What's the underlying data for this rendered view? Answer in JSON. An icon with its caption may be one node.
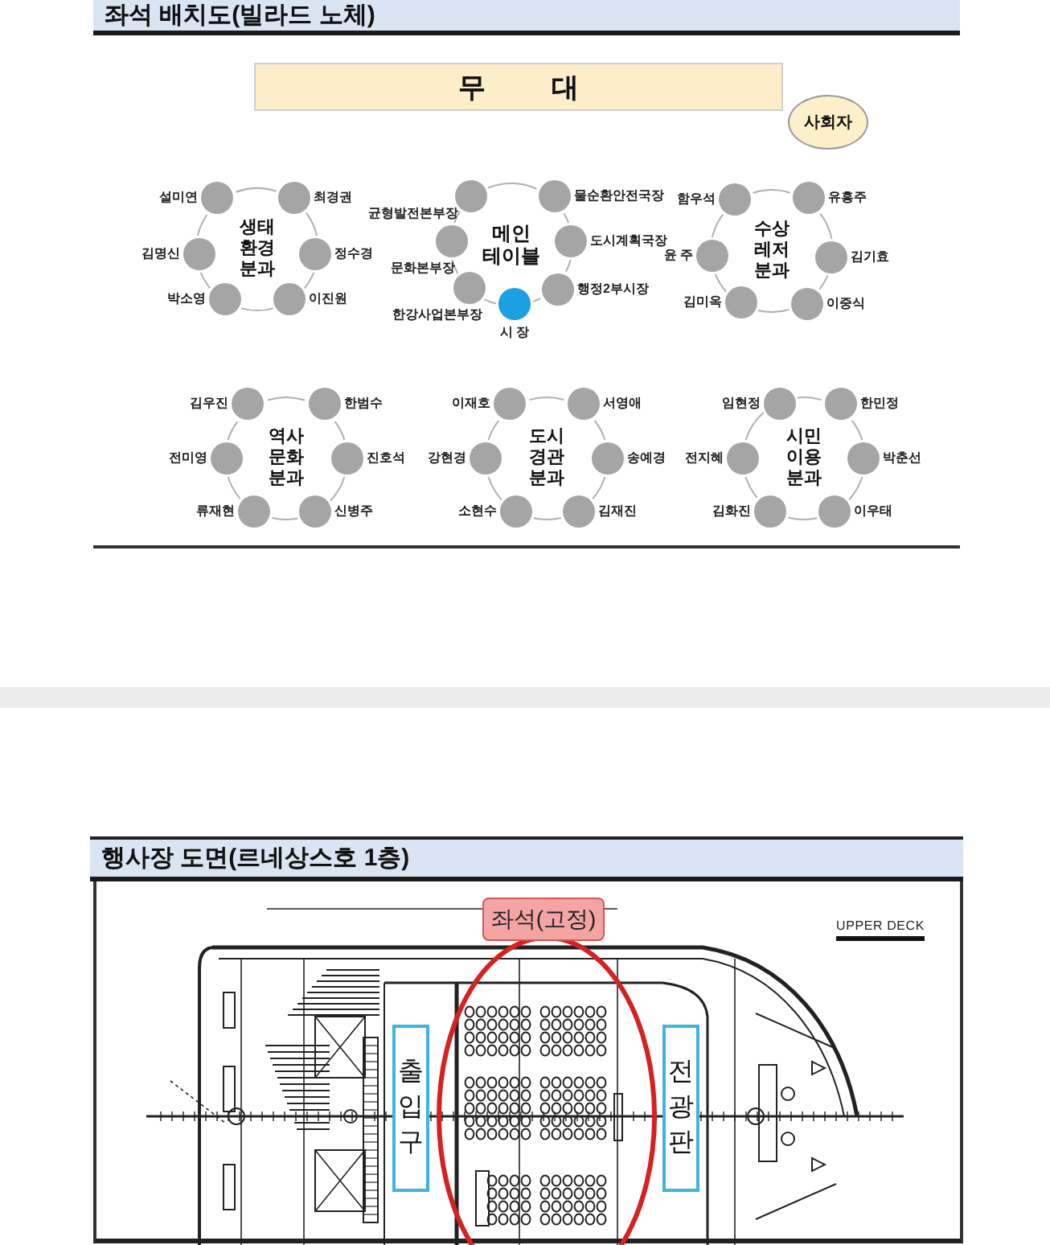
{
  "diagram": {
    "nodes": [
      {
        "text": [
          "좌석 배치도(빌라드 노체)"
        ]
      },
      {
        "text": [
          "무 대"
        ]
      },
      {
        "text": [
          "사회자"
        ]
      },
      {
        "text": [
          "생태 환경 분과"
        ]
      },
      {
        "text": [],
        "shape": "circle",
        "beside": [
          "설미연"
        ]
      },
      {
        "text": [],
        "shape": "circle",
        "beside": [
          "최경권"
        ]
      },
      {
        "text": [],
        "shape": "circle",
        "beside": [
          "김명신"
        ]
      },
      {
        "text": [],
        "shape": "circle",
        "beside": [
          "정수경"
        ]
      },
      {
        "text": [],
        "shape": "circle",
        "beside": [
          "박소영"
        ]
      },
      {
        "text": [],
        "shape": "circle",
        "beside": [
          "이진원"
        ]
      },
      {
        "text": [
          "메인 테이블"
        ]
      },
      {
        "text": [],
        "shape": "circle",
        "beside": [
          "균형발전본부장"
        ]
      },
      {
        "text": [],
        "shape": "circle",
        "beside": [
          "물순환안전국장"
        ]
      },
      {
        "text": [],
        "shape": "circle",
        "beside": [
          "문화본부장"
        ]
      },
      {
        "text": [],
        "shape": "circle",
        "beside": [
          "도시계획국장"
        ]
      },
      {
        "text": [],
        "shape": "circle",
        "beside": [
          "한강사업본부장"
        ]
      },
      {
        "text": [],
        "shape": "circle",
        "beside": [
          "시 장"
        ]
      },
      {
        "text": [],
        "shape": "circle",
        "beside": [
          "행정2부시장"
        ]
      },
      {
        "text": [
          "수상 레저 분과"
        ]
      },
      {
        "text": [],
        "shape": "circle",
        "beside": [
          "함우석"
        ]
      },
      {
        "text": [],
        "shape": "circle",
        "beside": [
          "유흥주"
        ]
      },
      {
        "text": [],
        "shape": "circle",
        "beside": [
          "윤 주"
        ]
      },
      {
        "text": [],
        "shape": "circle",
        "beside": [
          "김기효"
        ]
      },
      {
        "text": [],
        "shape": "circle",
        "beside": [
          "김미옥"
        ]
      },
      {
        "text": [],
        "shape": "circle",
        "beside": [
          "이중식"
        ]
      },
      {
        "text": [
          "역사 문화 분과"
        ]
      },
      {
        "text": [],
        "shape": "circle",
        "beside": [
          "김우진"
        ]
      },
      {
        "text": [],
        "shape": "circle",
        "beside": [
          "한범수"
        ]
      },
      {
        "text": [],
        "shape": "circle",
        "beside": [
          "전미영"
        ]
      },
      {
        "text": [],
        "shape": "circle",
        "beside": [
          "진호석"
        ]
      },
      {
        "text": [],
        "shape": "circle",
        "beside": [
          "류재현"
        ]
      },
      {
        "text": [],
        "shape": "circle",
        "beside": [
          "신병주"
        ]
      },
      {
        "text": [
          "도시 경관 분과"
        ]
      },
      {
        "text": [],
        "shape": "circle",
        "beside": [
          "이재호"
        ]
      },
      {
        "text": [],
        "shape": "circle",
        "beside": [
          "서영애"
        ]
      },
      {
        "text": [],
        "shape": "circle",
        "beside": [
          "강현경"
        ]
      },
      {
        "text": [],
        "shape": "circle",
        "beside": [
          "송예경"
        ]
      },
      {
        "text": [],
        "shape": "circle",
        "beside": [
          "소현수"
        ]
      },
      {
        "text": [],
        "shape": "circle",
        "beside": [
          "김재진"
        ]
      },
      {
        "text": [
          "시민 이용 분과"
        ]
      },
      {
        "text": [],
        "shape": "circle",
        "beside": [
          "임현정"
        ]
      },
      {
        "text": [],
        "shape": "circle",
        "beside": [
          "한민정"
        ]
      },
      {
        "text": [],
        "shape": "circle",
        "beside": [
          "전지혜"
        ]
      },
      {
        "text": [],
        "shape": "circle",
        "beside": [
          "박춘선"
        ]
      },
      {
        "text": [],
        "shape": "circle",
        "beside": [
          "김화진"
        ]
      },
      {
        "text": [],
        "shape": "circle",
        "beside": [
          "이우태"
        ]
      },
      {
        "text": [
          "행사장 도면(르네상스호 1층)"
        ]
      },
      {
        "text": [
          "좌석(고정)"
        ]
      },
      {
        "text": [
          "출입구"
        ]
      },
      {
        "text": [
          "전광판"
        ]
      }
    ],
    "labels": [
      "UPPER DECK"
    ]
  }
}
